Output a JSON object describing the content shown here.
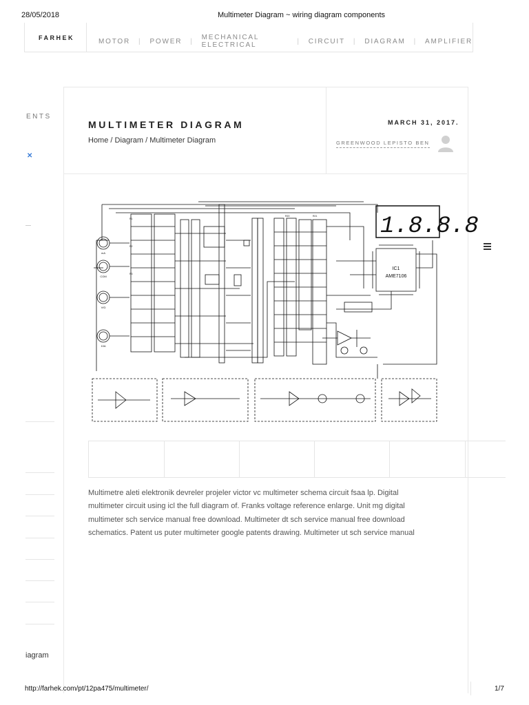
{
  "print": {
    "date": "28/05/2018",
    "title": "Multimeter Diagram ~ wiring diagram components",
    "url": "http://farhek.com/pt/12pa475/multimeter/",
    "page": "1/7"
  },
  "nav": {
    "brand": "FARHEK",
    "items": [
      "MOTOR",
      "POWER",
      "MECHANICAL ELECTRICAL",
      "CIRCUIT",
      "DIAGRAM",
      "AMPLIFIER"
    ]
  },
  "sidebar": {
    "partial_heading": "ENTS",
    "ad_close": "✕",
    "partial_link": "iagram"
  },
  "post": {
    "title": "MULTIMETER DIAGRAM",
    "breadcrumb": "Home / Diagram / Multimeter Diagram",
    "date": "MARCH 31, 2017.",
    "author": "GREENWOOD LEPISTO BEN",
    "body": "Multimetre aleti elektronik devreler projeler victor vc multimeter schema circuit fsaa lp. Digital multimeter circuit using icl the full diagram of. Franks voltage reference enlarge. Unit mg digital multimeter sch service manual free download. Multimeter dt sch service manual free download schematics. Patent us puter multimeter google patents drawing. Multimeter ut sch service manual"
  },
  "diagram": {
    "display_digits": "1.8.8.8",
    "ic_label": "IC1",
    "ic_part": "AME7106",
    "jack_labels": [
      "mA",
      "COM",
      "V/Ω",
      "10A"
    ]
  },
  "icons": {
    "menu": "hamburger-icon",
    "avatar": "user-avatar-icon"
  }
}
